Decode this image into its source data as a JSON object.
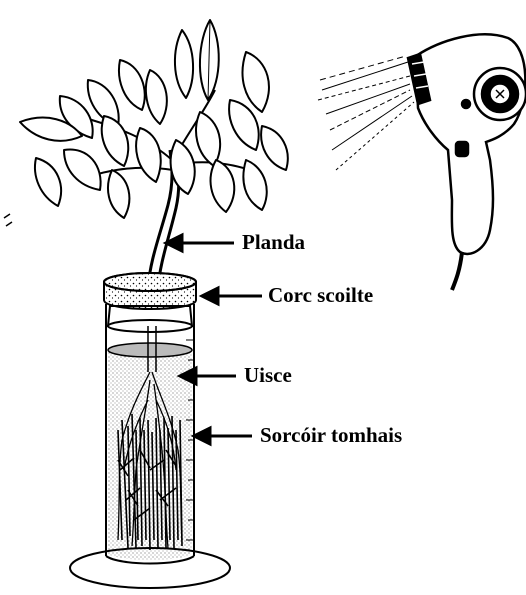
{
  "diagram": {
    "labels": {
      "plant": "Planda",
      "cork": "Corc scoilte",
      "water": "Uisce",
      "root_hairs": "Sorcóir tomhais"
    },
    "colors": {
      "line": "#000000",
      "background": "#ffffff"
    },
    "icons": [
      "plant-icon",
      "hair-dryer-icon",
      "graduated-cylinder-icon"
    ]
  }
}
